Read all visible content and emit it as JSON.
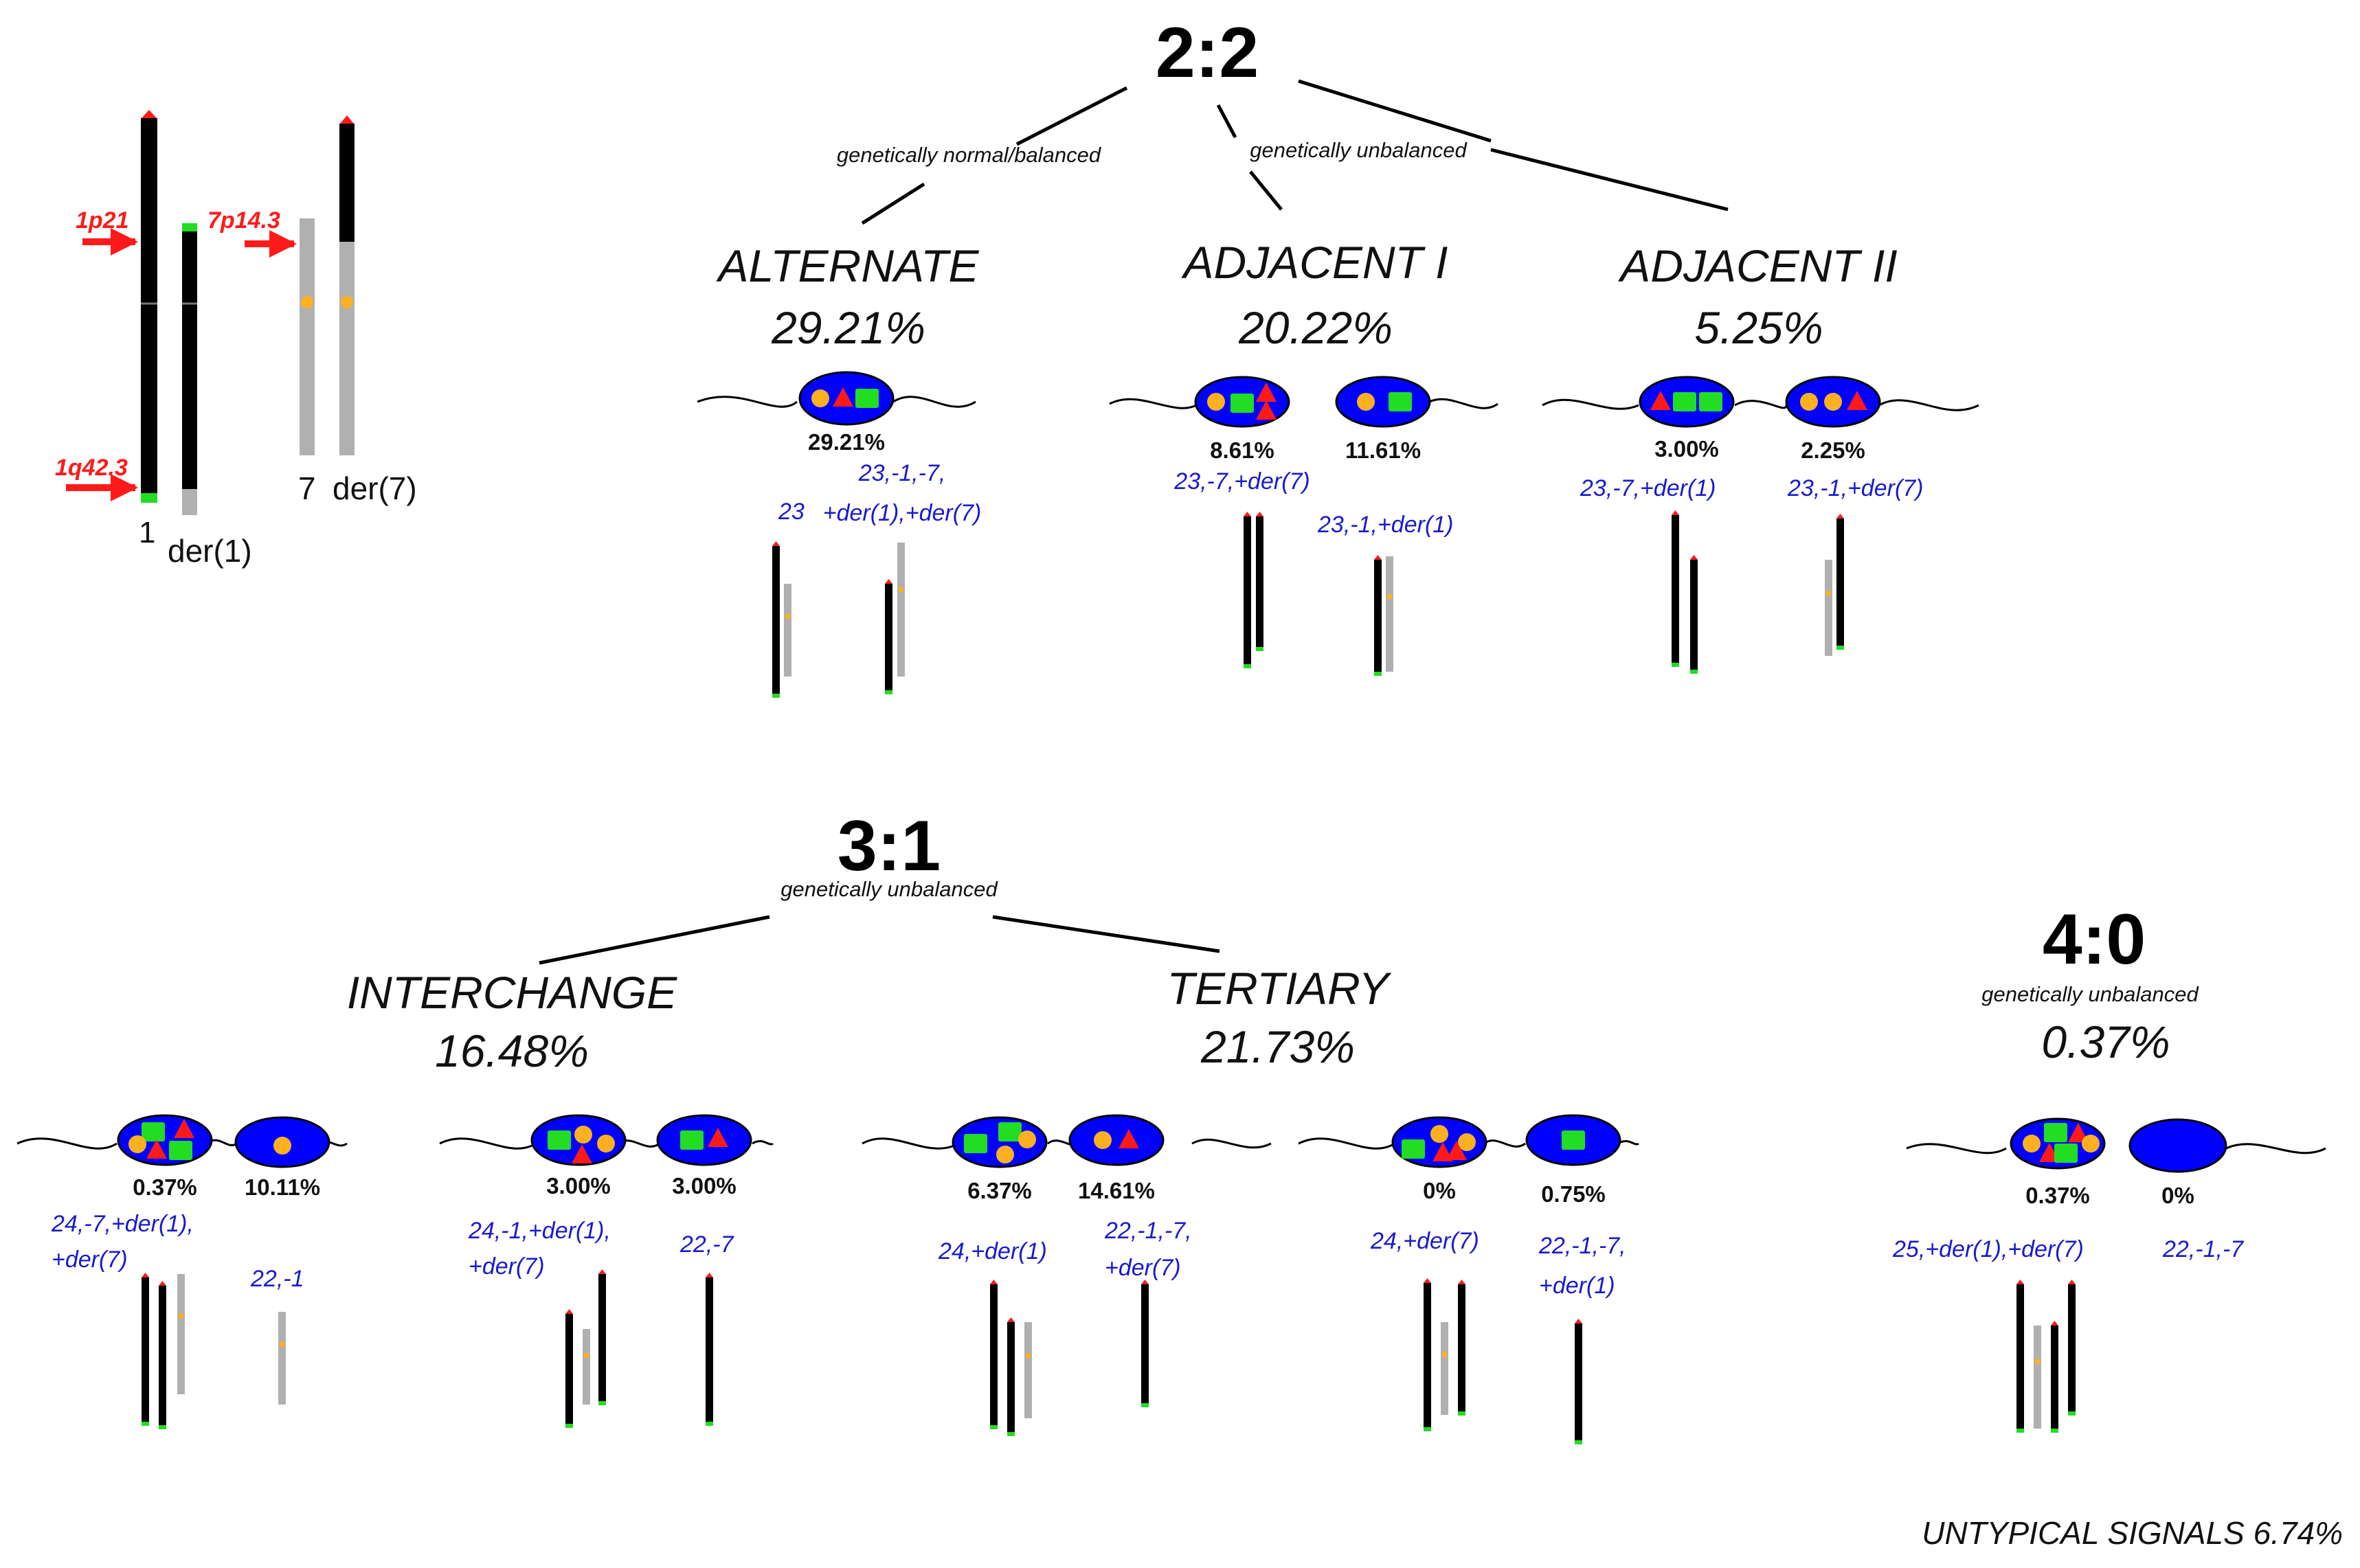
{
  "colors": {
    "nucleus": "#0000ff",
    "nucleus_outline": "#000000",
    "signal_green": "#22dd22",
    "signal_red": "#ff1a1a",
    "signal_orange": "#ffb020",
    "chrom_black": "#000000",
    "chrom_gray": "#b0b0b0",
    "karyotype_text": "#1a1acc",
    "band_label": "#ff1a1a",
    "line": "#000000"
  },
  "legend": {
    "band_1p21": "1p21",
    "band_1q423": "1q42.3",
    "band_7p143": "7p14.3",
    "label_1": "1",
    "label_der1": "der(1)",
    "label_7": "7",
    "label_der7": "der(7)"
  },
  "groups": {
    "g22": {
      "title": "2:2",
      "note_balanced": "genetically normal/balanced",
      "note_unbalanced": "genetically unbalanced",
      "types": {
        "alternate": {
          "name": "ALTERNATE",
          "pct": "29.21%"
        },
        "adjacent1": {
          "name": "ADJACENT I",
          "pct": "20.22%"
        },
        "adjacent2": {
          "name": "ADJACENT II",
          "pct": "5.25%"
        }
      }
    },
    "g31": {
      "title": "3:1",
      "note": "genetically unbalanced",
      "types": {
        "interchange": {
          "name": "INTERCHANGE",
          "pct": "16.48%"
        },
        "tertiary": {
          "name": "TERTIARY",
          "pct": "21.73%"
        }
      }
    },
    "g40": {
      "title": "4:0",
      "note": "genetically unbalanced",
      "pct": "0.37%"
    }
  },
  "nuclei": [
    {
      "id": "alt",
      "pct": "29.21%",
      "karyo": [
        "23",
        "23,-1,-7,",
        "+der(1),+der(7)"
      ]
    },
    {
      "id": "adj1a",
      "pct": "8.61%",
      "karyo": [
        "23,-7,+der(7)"
      ]
    },
    {
      "id": "adj1b",
      "pct": "11.61%",
      "karyo": [
        "23,-1,+der(1)"
      ]
    },
    {
      "id": "adj2a",
      "pct": "3.00%",
      "karyo": [
        "23,-7,+der(1)"
      ]
    },
    {
      "id": "adj2b",
      "pct": "2.25%",
      "karyo": [
        "23,-1,+der(7)"
      ]
    },
    {
      "id": "int1a",
      "pct": "0.37%",
      "karyo": [
        "24,-7,+der(1),",
        "+der(7)"
      ]
    },
    {
      "id": "int1b",
      "pct": "10.11%",
      "karyo": [
        "22,-1"
      ]
    },
    {
      "id": "int2a",
      "pct": "3.00%",
      "karyo": [
        "24,-1,+der(1),",
        "+der(7)"
      ]
    },
    {
      "id": "int2b",
      "pct": "3.00%",
      "karyo": [
        "22,-7"
      ]
    },
    {
      "id": "ter1a",
      "pct": "6.37%",
      "karyo": [
        "24,+der(1)"
      ]
    },
    {
      "id": "ter1b",
      "pct": "14.61%",
      "karyo": [
        "22,-1,-7,",
        "+der(7)"
      ]
    },
    {
      "id": "ter2a",
      "pct": "0%",
      "karyo": [
        "24,+der(7)"
      ]
    },
    {
      "id": "ter2b",
      "pct": "0.75%",
      "karyo": [
        "22,-1,-7,",
        "+der(1)"
      ]
    },
    {
      "id": "nul1a",
      "pct": "0.37%",
      "karyo": [
        "25,+der(1),+der(7)"
      ]
    },
    {
      "id": "nul1b",
      "pct": "0%",
      "karyo": [
        "22,-1,-7"
      ]
    }
  ],
  "footer": {
    "untypical": "UNTYPICAL SIGNALS 6.74%"
  }
}
